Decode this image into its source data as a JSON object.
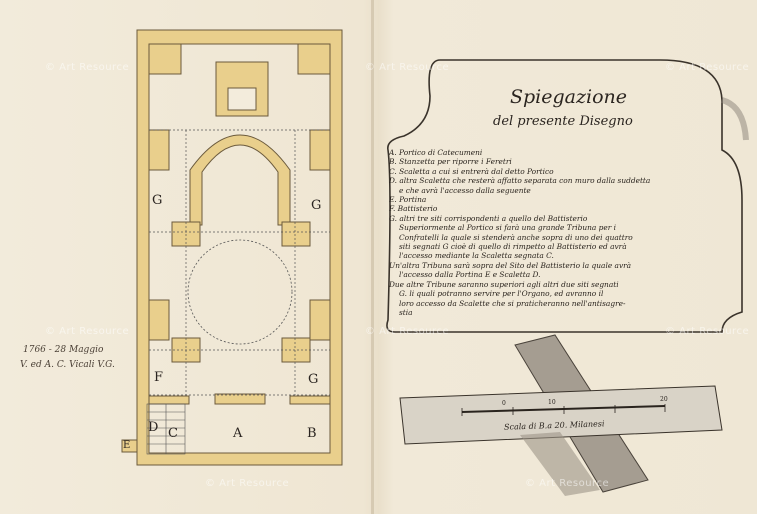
{
  "legend": {
    "title": "Spiegazione",
    "subtitle": "del presente Disegno",
    "lines": [
      "A. Portico di Catecumeni",
      "B. Stanzetta per riporre i Feretri",
      "C. Scaletta a cui si entrerà dal detto Portico",
      "D. altra Scaletta che resterà affatto separata con muro dalla suddetta",
      "e che avrà l'accesso dalla seguente",
      "E. Portina",
      "F. Battisterio",
      "G. altri tre siti corrispondenti a quello del Battisterio",
      "Superiormente al Portico si farà una grande Tribuna per i",
      "Confratelli la quale si stenderà anche sopra di uno dei quattro",
      "siti segnati G cioè di quello di rimpetto al Battisterio ed avrà",
      "l'accesso mediante la Scaletta segnata C.",
      "Un'altra Tribuna sarà sopra del Sito del Battisterio la quale avrà",
      "l'accesso dalla Portina E e Scaletta D.",
      "Due altre Tribune saranno superiori agli altri due siti segnati",
      "G. li quali potranno servire per l'Organo, ed avranno il",
      "loro accesso da Scalette che si praticheranno nell'antisagre-",
      "stia"
    ]
  },
  "plan": {
    "labels": {
      "A": "A",
      "B": "B",
      "C": "C",
      "D": "D",
      "E": "E",
      "F": "F",
      "G": "G"
    }
  },
  "annotations": {
    "date": "1766 - 28 Maggio",
    "author": "V. ed A. C. Vicali V.G."
  },
  "scale": {
    "label": "Scala di B.a 20. Milanesi",
    "ticks": [
      "0",
      "10",
      "20"
    ]
  },
  "watermark": "© Art Resource"
}
